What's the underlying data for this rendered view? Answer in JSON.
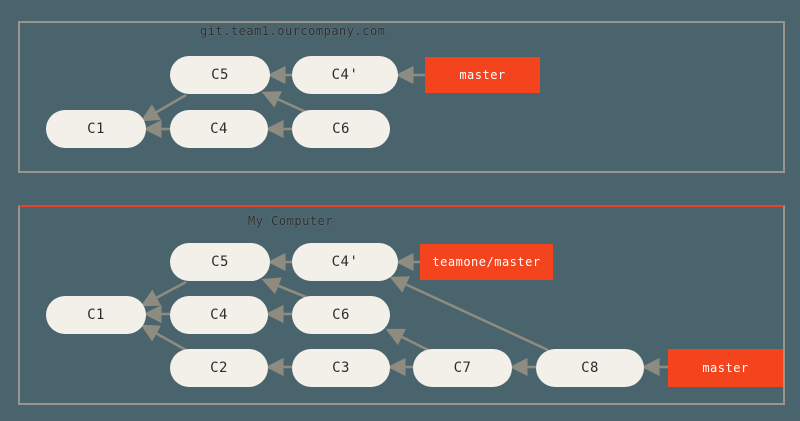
{
  "figure": {
    "background_color": "#4a646e",
    "node_fill": "#f2f0e8",
    "ref_fill": "#f4441e",
    "edge_color": "#8e8b80",
    "border_color": "#9a958c",
    "accent_border_color": "#e8442a"
  },
  "panels": [
    {
      "id": "remote",
      "title": "git.team1.ourcompany.com",
      "commits": [
        "C1",
        "C4",
        "C5",
        "C6",
        "C4'"
      ],
      "refs": [
        "master"
      ]
    },
    {
      "id": "local",
      "title": "My Computer",
      "commits": [
        "C1",
        "C2",
        "C3",
        "C4",
        "C5",
        "C6",
        "C7",
        "C8",
        "C4'"
      ],
      "refs": [
        "teamone/master",
        "master"
      ]
    }
  ],
  "top_panel": {
    "title": "git.team1.ourcompany.com",
    "nodes": {
      "c5": "C5",
      "c4p": "C4'",
      "c1": "C1",
      "c4": "C4",
      "c6": "C6"
    },
    "refs": {
      "master": "master"
    }
  },
  "bottom_panel": {
    "title": "My Computer",
    "nodes": {
      "c5": "C5",
      "c4p": "C4'",
      "c1": "C1",
      "c4": "C4",
      "c6": "C6",
      "c2": "C2",
      "c3": "C3",
      "c7": "C7",
      "c8": "C8"
    },
    "refs": {
      "teamone_master": "teamone/master",
      "master": "master"
    }
  },
  "graph": {
    "top_edges": [
      "C4' -> C5",
      "master -> C4'",
      "C5 -> C1",
      "C4 -> C1",
      "C6 -> C4",
      "C6 -> C5"
    ],
    "bottom_edges": [
      "C4' -> C5",
      "teamone/master -> C4'",
      "C5 -> C1",
      "C4 -> C1",
      "C6 -> C4",
      "C6 -> C5",
      "C2 -> C1",
      "C3 -> C2",
      "C7 -> C3",
      "C7 -> C6",
      "C8 -> C7",
      "C8 -> C4'",
      "master -> C8"
    ]
  }
}
